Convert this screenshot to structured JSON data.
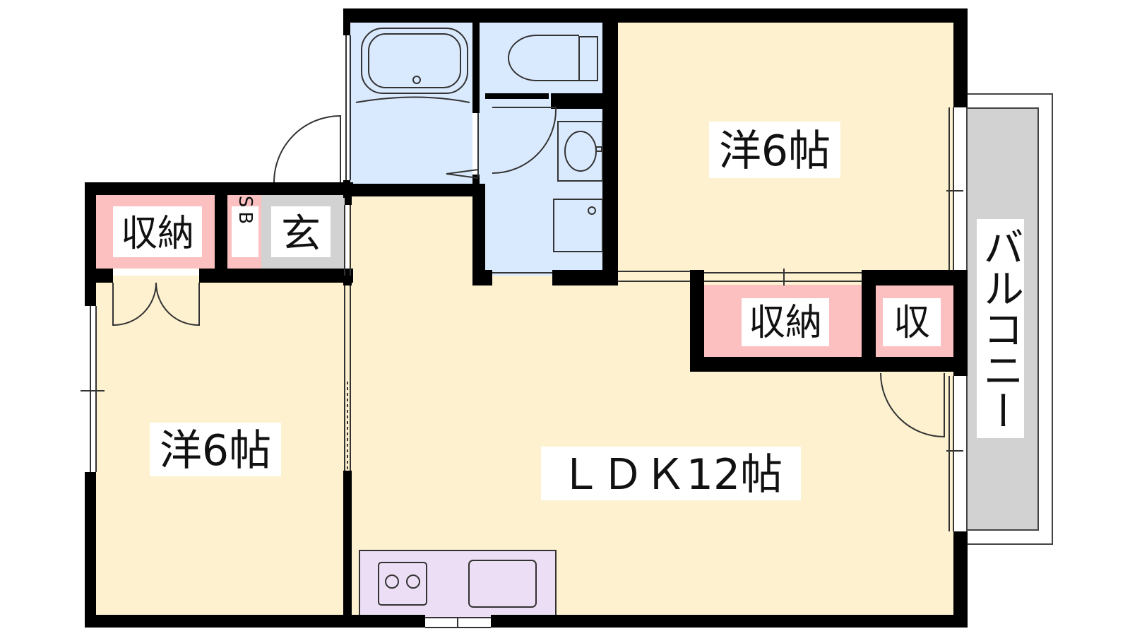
{
  "rooms": {
    "western_top_right": "洋6帖",
    "western_left": "洋6帖",
    "ldk": "ＬＤＫ12帖",
    "storage_left": "収納",
    "storage_mid": "収納",
    "storage_small": "収",
    "shoe_box": "SB",
    "entrance": "玄",
    "balcony": "バルコニー"
  },
  "colors": {
    "room_fill": "#fdf1d0",
    "wet_area_fill": "#daeafe",
    "storage_fill": "#fcc0c0",
    "entrance_fill": "#d2d2d2",
    "balcony_fill": "#d2d2d2",
    "kitchen_fill": "#ecdff5",
    "wall": "#000000"
  }
}
